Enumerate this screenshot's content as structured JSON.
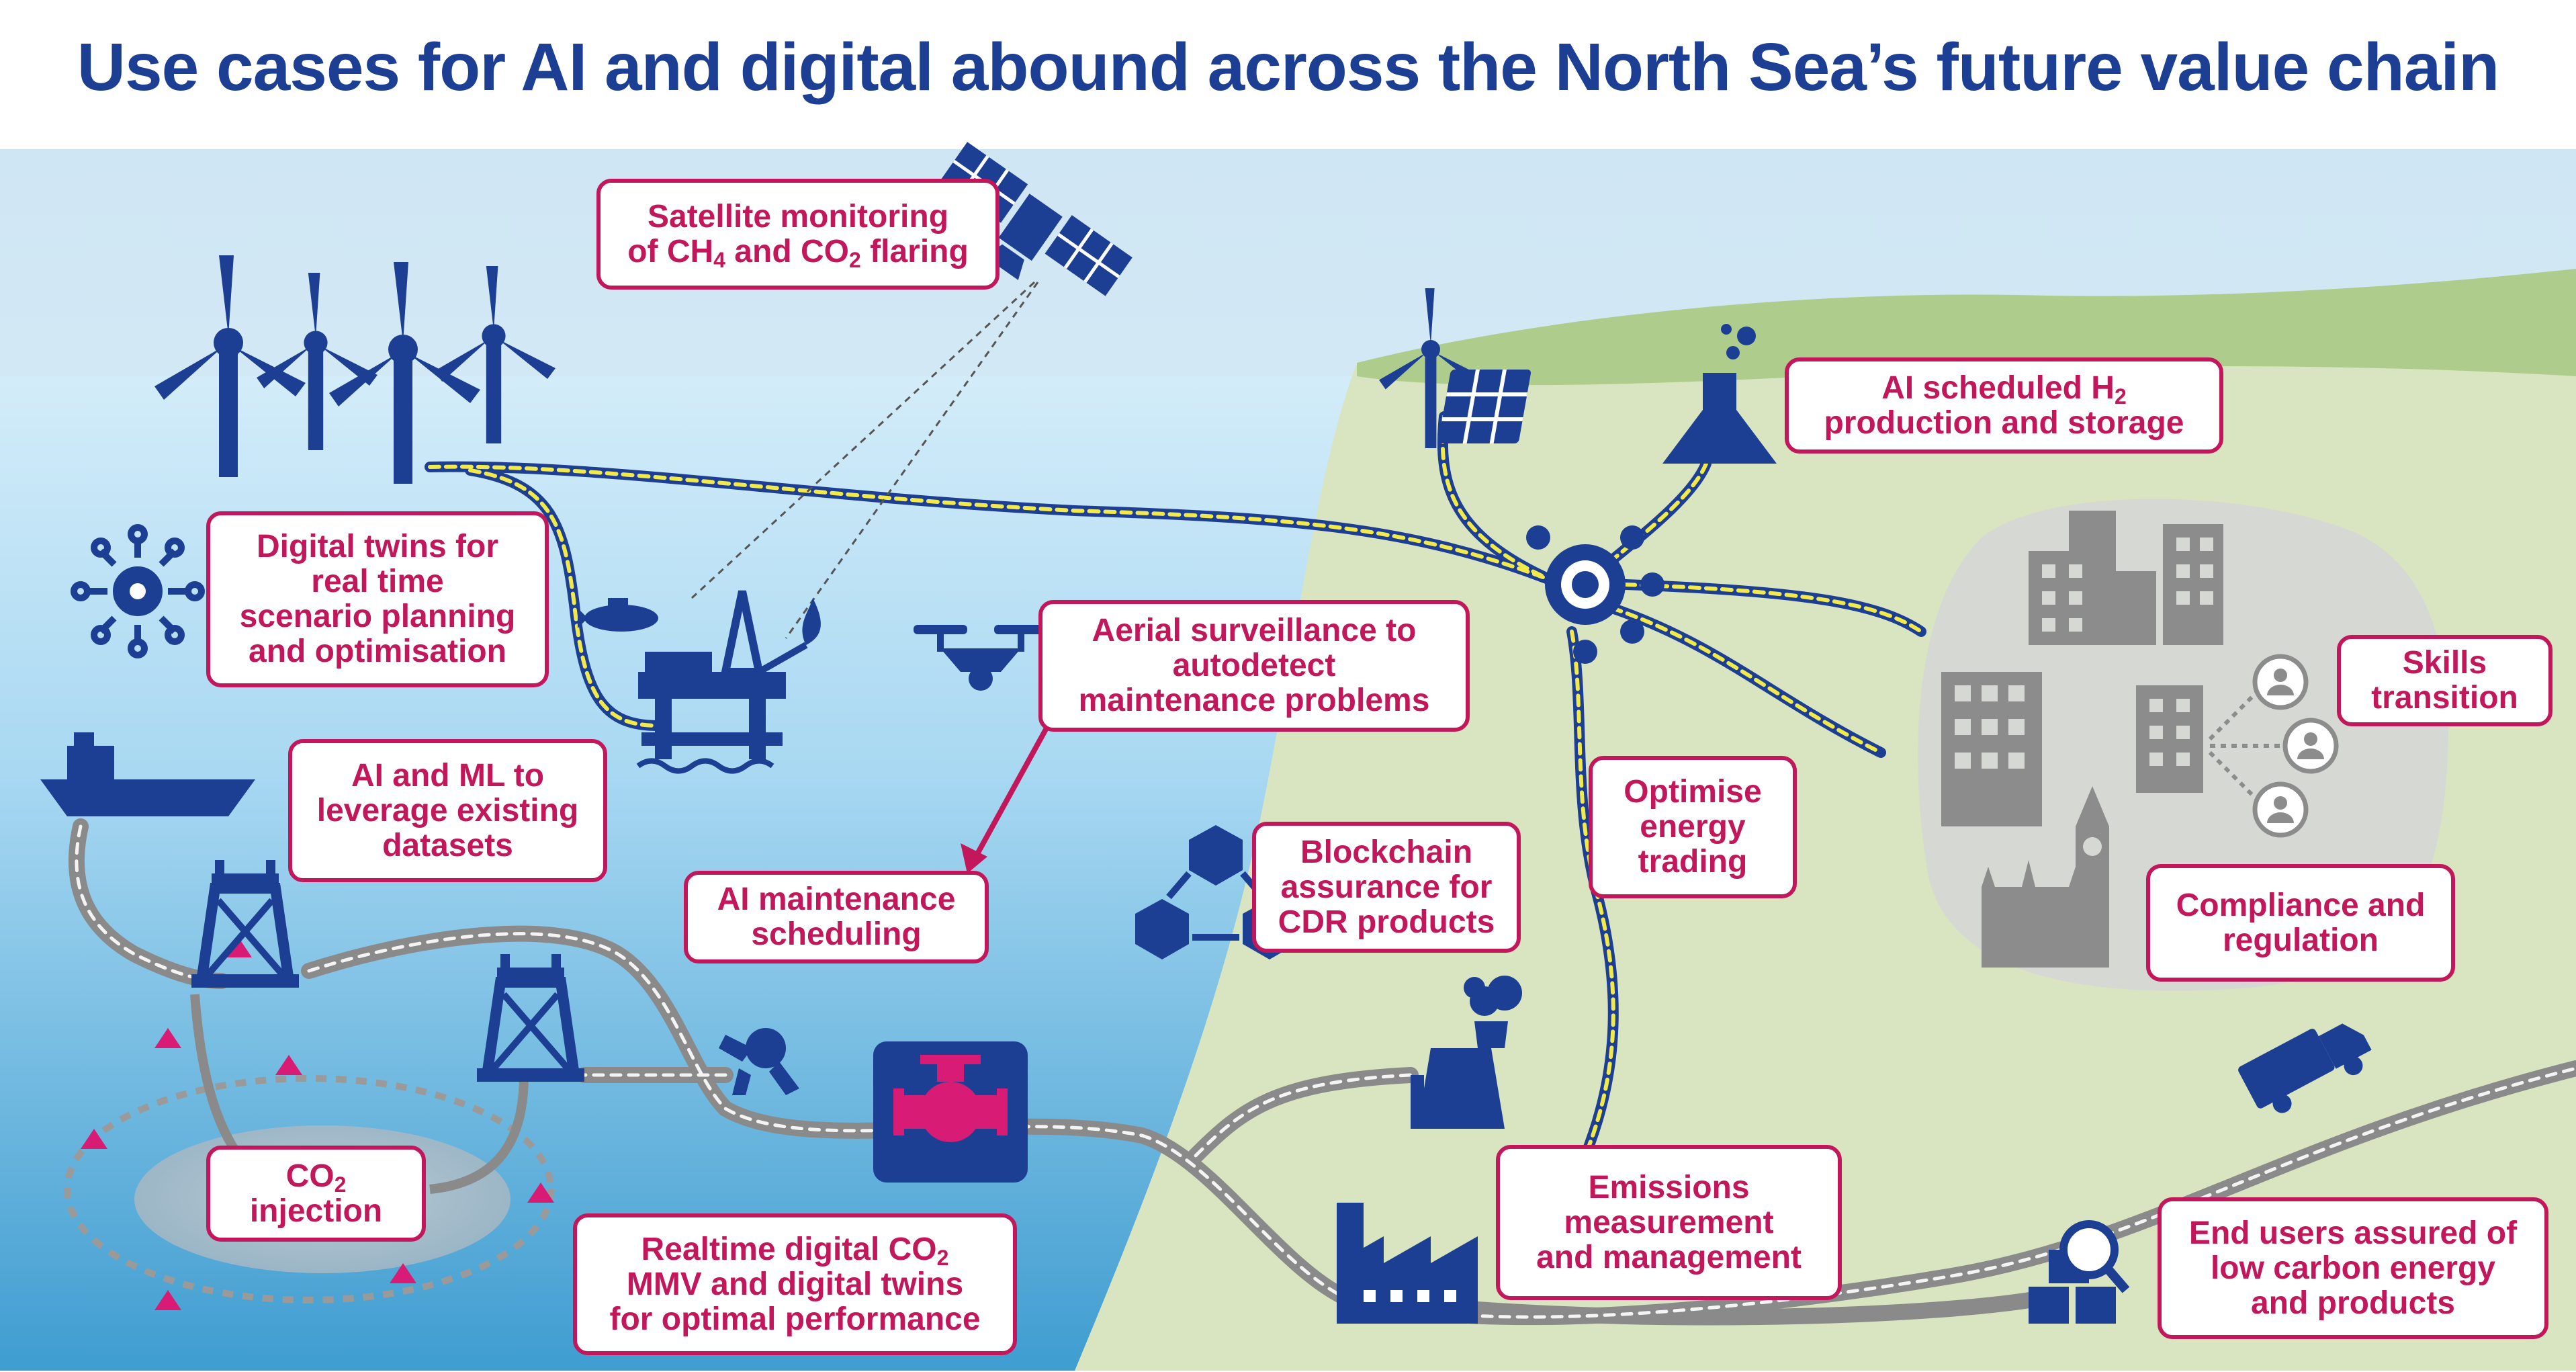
{
  "title": "Use cases for AI and digital abound across the North Sea’s future value chain",
  "colors": {
    "navy": "#1c3f94",
    "magenta": "#c2185b",
    "sky": "#dcedf7",
    "sea_top": "#cde9f8",
    "sea_bottom": "#4ba6d4",
    "land": "#d7e4bf",
    "land_top": "#a9cc86",
    "city": "#d9dcd6",
    "building": "#8c8c8c",
    "cable_yellow": "#f2e94a",
    "pipe_grey": "#8e8e8e"
  },
  "labels": {
    "satellite": {
      "pre1": "Satellite monitoring",
      "pre2": "of CH",
      "sub1": "4",
      "mid": " and CO",
      "sub2": "2",
      "post": " flaring"
    },
    "h2": {
      "pre1": "AI scheduled H",
      "sub1": "2",
      "line2": "production and storage"
    },
    "digital_twins": {
      "l1": "Digital twins for",
      "l2": "real time",
      "l3": "scenario planning",
      "l4": "and optimisation"
    },
    "aerial": {
      "l1": "Aerial surveillance to",
      "l2": "autodetect",
      "l3": "maintenance problems"
    },
    "skills": {
      "l1": "Skills",
      "l2": "transition"
    },
    "ai_ml": {
      "l1": "AI and ML to",
      "l2": "leverage existing",
      "l3": "datasets"
    },
    "optimise": {
      "l1": "Optimise",
      "l2": "energy",
      "l3": "trading"
    },
    "blockchain": {
      "l1": "Blockchain",
      "l2": "assurance for",
      "l3": "CDR products"
    },
    "ai_maint": {
      "l1": "AI maintenance",
      "l2": "scheduling"
    },
    "compliance": {
      "l1": "Compliance and",
      "l2": "regulation"
    },
    "co2_injection": {
      "pre1": "CO",
      "sub1": "2",
      "l2": "injection"
    },
    "realtime": {
      "pre1": "Realtime digital CO",
      "sub1": "2",
      "l2": "MMV and digital twins",
      "l3": "for optimal performance"
    },
    "emissions": {
      "l1": "Emissions",
      "l2": "measurement",
      "l3": "and management"
    },
    "end_users": {
      "l1": "End users assured of",
      "l2": "low carbon energy",
      "l3": "and products"
    }
  },
  "icons": [
    "satellite-icon",
    "wind-turbine-icon",
    "solar-panel-icon",
    "flask-icon",
    "hub-icon",
    "chip-icon",
    "submarine-icon",
    "oil-platform-icon",
    "drone-icon",
    "ship-icon",
    "injection-rig-icon",
    "robot-arm-icon",
    "valve-icon",
    "blockchain-cubes-icon",
    "power-plant-icon",
    "factory-icon",
    "truck-icon",
    "boxes-search-icon",
    "city-buildings-icon",
    "people-network-icon",
    "parliament-icon"
  ]
}
